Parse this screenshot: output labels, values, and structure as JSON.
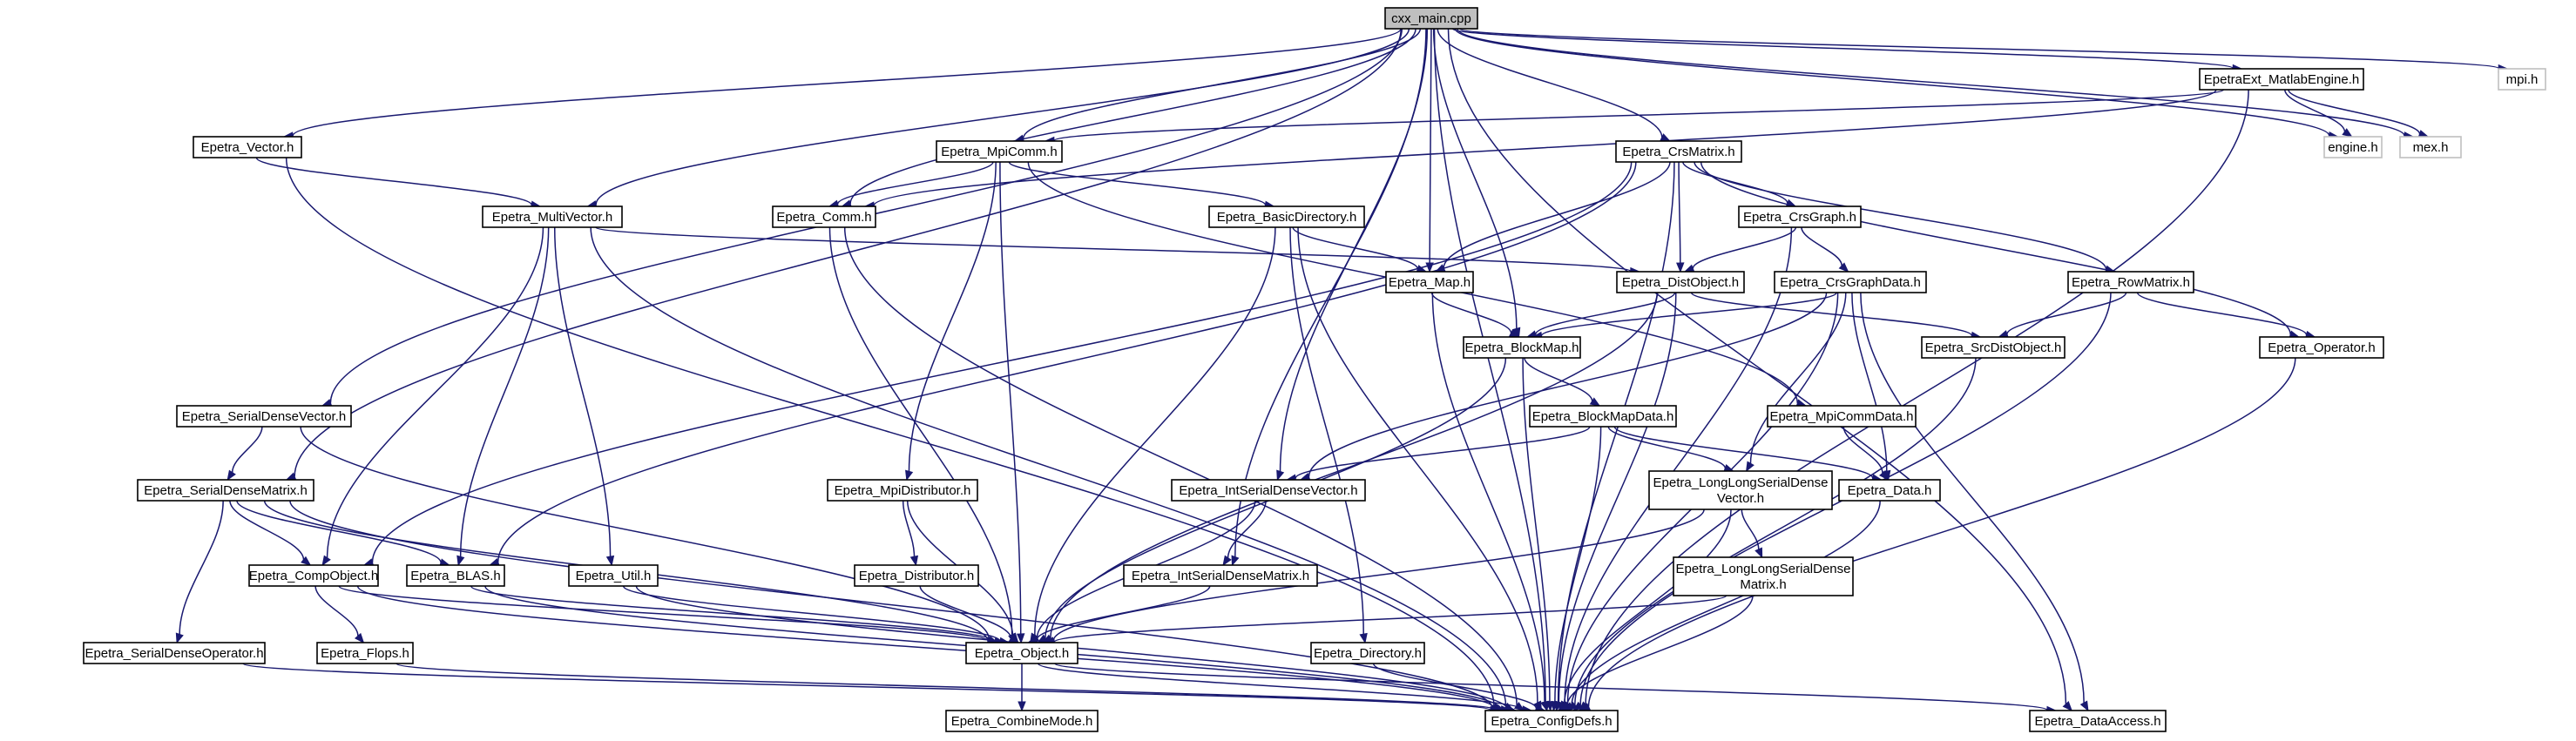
{
  "diagram": {
    "title": "",
    "colors": {
      "edge": "#191970",
      "root_fill": "#bfbfbf",
      "node_fill": "#ffffff",
      "node_border": "#000000",
      "external_border": "#bfbfbf"
    },
    "nodes": [
      {
        "id": "cxx_main",
        "lines": [
          "cxx_main.cpp"
        ],
        "kind": "root"
      },
      {
        "id": "mpi",
        "lines": [
          "mpi.h"
        ],
        "kind": "external"
      },
      {
        "id": "matlab",
        "lines": [
          "EpetraExt_MatlabEngine.h"
        ]
      },
      {
        "id": "engine",
        "lines": [
          "engine.h"
        ],
        "kind": "external"
      },
      {
        "id": "mex",
        "lines": [
          "mex.h"
        ],
        "kind": "external"
      },
      {
        "id": "vector",
        "lines": [
          "Epetra_Vector.h"
        ]
      },
      {
        "id": "mpicomm",
        "lines": [
          "Epetra_MpiComm.h"
        ]
      },
      {
        "id": "crsmatrix",
        "lines": [
          "Epetra_CrsMatrix.h"
        ]
      },
      {
        "id": "multivector",
        "lines": [
          "Epetra_MultiVector.h"
        ]
      },
      {
        "id": "comm",
        "lines": [
          "Epetra_Comm.h"
        ]
      },
      {
        "id": "basicdir",
        "lines": [
          "Epetra_BasicDirectory.h"
        ]
      },
      {
        "id": "crsgraph",
        "lines": [
          "Epetra_CrsGraph.h"
        ]
      },
      {
        "id": "map",
        "lines": [
          "Epetra_Map.h"
        ]
      },
      {
        "id": "distobject",
        "lines": [
          "Epetra_DistObject.h"
        ]
      },
      {
        "id": "crsgraphdata",
        "lines": [
          "Epetra_CrsGraphData.h"
        ]
      },
      {
        "id": "rowmatrix",
        "lines": [
          "Epetra_RowMatrix.h"
        ]
      },
      {
        "id": "blockmap",
        "lines": [
          "Epetra_BlockMap.h"
        ]
      },
      {
        "id": "srcdistobject",
        "lines": [
          "Epetra_SrcDistObject.h"
        ]
      },
      {
        "id": "operator",
        "lines": [
          "Epetra_Operator.h"
        ]
      },
      {
        "id": "serialdensevector",
        "lines": [
          "Epetra_SerialDenseVector.h"
        ]
      },
      {
        "id": "blockmapdata",
        "lines": [
          "Epetra_BlockMapData.h"
        ]
      },
      {
        "id": "mpicommdata",
        "lines": [
          "Epetra_MpiCommData.h"
        ]
      },
      {
        "id": "serialdensematrix",
        "lines": [
          "Epetra_SerialDenseMatrix.h"
        ]
      },
      {
        "id": "mpidistributor",
        "lines": [
          "Epetra_MpiDistributor.h"
        ]
      },
      {
        "id": "intserialdensevector",
        "lines": [
          "Epetra_IntSerialDenseVector.h"
        ]
      },
      {
        "id": "longlongvector",
        "lines": [
          "Epetra_LongLongSerialDense",
          "Vector.h"
        ]
      },
      {
        "id": "data",
        "lines": [
          "Epetra_Data.h"
        ]
      },
      {
        "id": "compobject",
        "lines": [
          "Epetra_CompObject.h"
        ]
      },
      {
        "id": "blas",
        "lines": [
          "Epetra_BLAS.h"
        ]
      },
      {
        "id": "util",
        "lines": [
          "Epetra_Util.h"
        ]
      },
      {
        "id": "distributor",
        "lines": [
          "Epetra_Distributor.h"
        ]
      },
      {
        "id": "intserialdensematrix",
        "lines": [
          "Epetra_IntSerialDenseMatrix.h"
        ]
      },
      {
        "id": "longlongmatrix",
        "lines": [
          "Epetra_LongLongSerialDense",
          "Matrix.h"
        ]
      },
      {
        "id": "serialdenseoperator",
        "lines": [
          "Epetra_SerialDenseOperator.h"
        ]
      },
      {
        "id": "flops",
        "lines": [
          "Epetra_Flops.h"
        ]
      },
      {
        "id": "object",
        "lines": [
          "Epetra_Object.h"
        ]
      },
      {
        "id": "directory",
        "lines": [
          "Epetra_Directory.h"
        ]
      },
      {
        "id": "combinemode",
        "lines": [
          "Epetra_CombineMode.h"
        ]
      },
      {
        "id": "configdefs",
        "lines": [
          "Epetra_ConfigDefs.h"
        ]
      },
      {
        "id": "dataaccess",
        "lines": [
          "Epetra_DataAccess.h"
        ]
      }
    ]
  }
}
